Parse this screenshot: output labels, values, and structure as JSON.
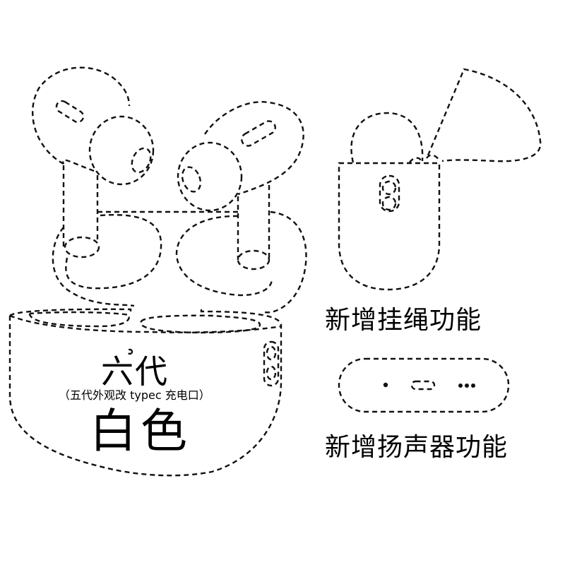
{
  "main_case": {
    "generation_label": "六代",
    "note_label": "（五代外观改 typec 充电口）",
    "color_label": "白色"
  },
  "features": [
    {
      "label": "新增挂绳功能"
    },
    {
      "label": "新增扬声器功能"
    }
  ],
  "figures": [
    {
      "name": "earbuds-pair",
      "description": "two earbuds dashed line drawing"
    },
    {
      "name": "charging-case-front",
      "description": "open charging case with buttons on side"
    },
    {
      "name": "case-with-lanyard",
      "description": "case with open lid and lanyard loop"
    },
    {
      "name": "case-bottom-speaker",
      "description": "case bottom with speaker holes and port"
    }
  ],
  "colors": {
    "line": "#111111",
    "background": "#ffffff",
    "text": "#000000"
  }
}
